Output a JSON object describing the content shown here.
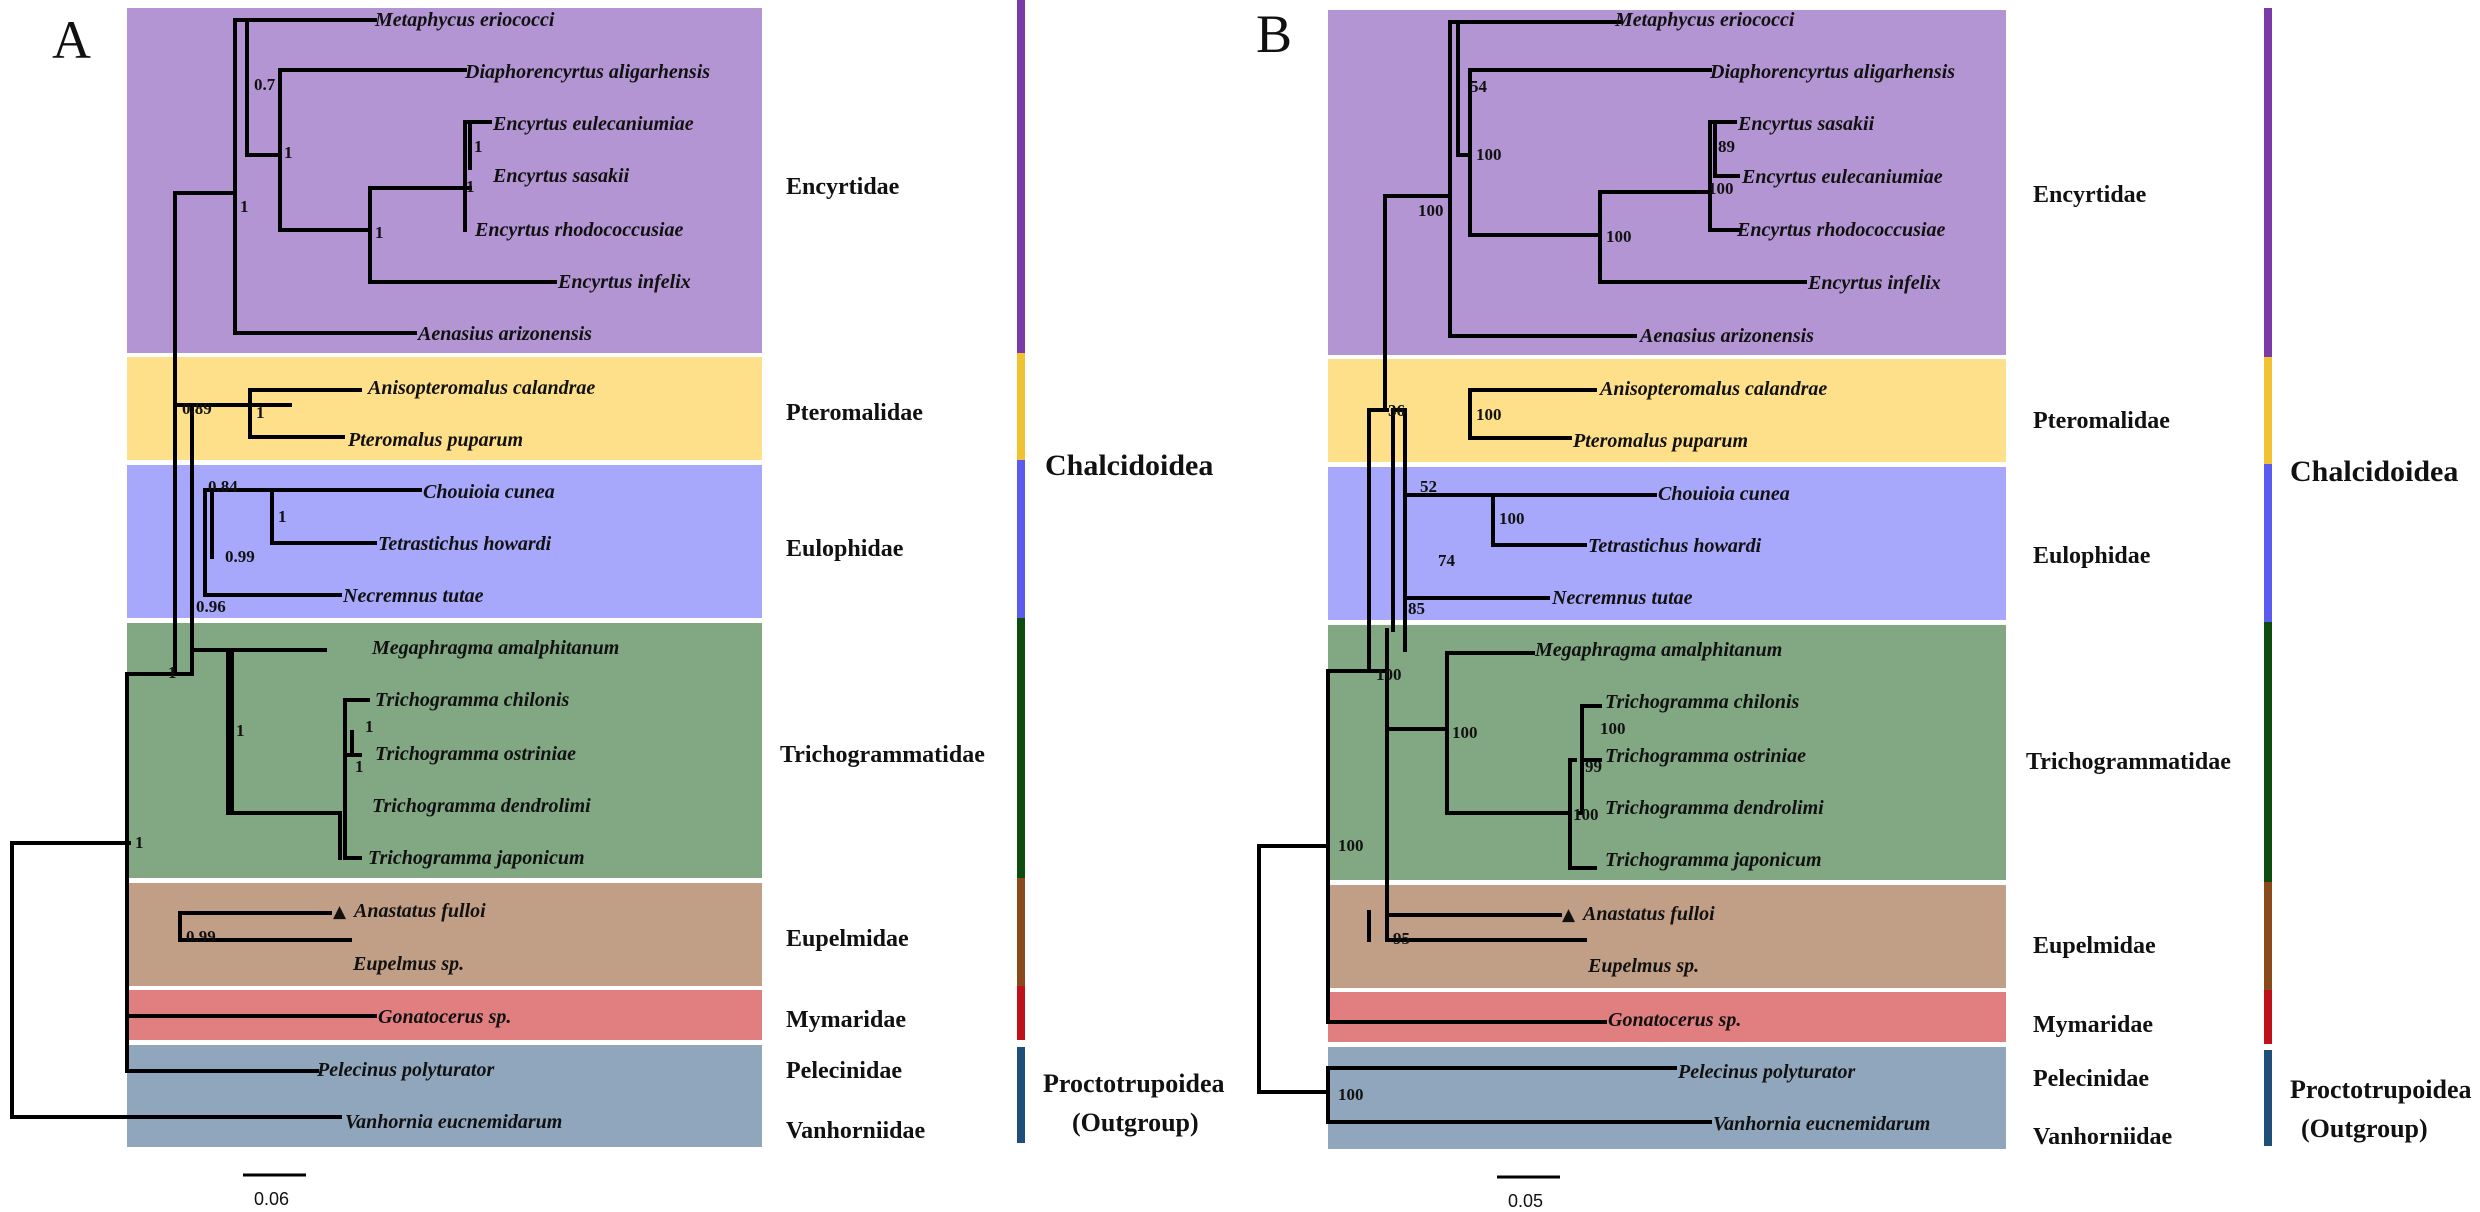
{
  "panels": [
    {
      "id": "A",
      "label": "A",
      "scale_label": "0.06",
      "families": [
        {
          "name": "Encyrtidae",
          "color": "#b295d2"
        },
        {
          "name": "Pteromalidae",
          "color": "#ffe08a"
        },
        {
          "name": "Eulophidae",
          "color": "#a7a7fb"
        },
        {
          "name": "Trichogrammatidae",
          "color": "#82a783"
        },
        {
          "name": "Eupelmidae",
          "color": "#c19e86"
        },
        {
          "name": "Mymaridae",
          "color": "#e17f80"
        },
        {
          "name": "Pelecinidae",
          "color": "#8fa6bd"
        },
        {
          "name": "Vanhorniidae",
          "color": "#8fa6bd"
        }
      ],
      "taxa": [
        {
          "name": "Metaphycus eriococci",
          "marker": ""
        },
        {
          "name": "Diaphorencyrtus aligarhensis",
          "marker": ""
        },
        {
          "name": "Encyrtus eulecaniumiae",
          "marker": ""
        },
        {
          "name": "Encyrtus sasakii",
          "marker": ""
        },
        {
          "name": "Encyrtus rhodococcusiae",
          "marker": ""
        },
        {
          "name": "Encyrtus infelix",
          "marker": ""
        },
        {
          "name": "Aenasius arizonensis",
          "marker": ""
        },
        {
          "name": "Anisopteromalus calandrae",
          "marker": ""
        },
        {
          "name": "Pteromalus puparum",
          "marker": ""
        },
        {
          "name": "Chouioia cunea",
          "marker": ""
        },
        {
          "name": "Tetrastichus howardi",
          "marker": ""
        },
        {
          "name": "Necremnus tutae",
          "marker": ""
        },
        {
          "name": "Megaphragma amalphitanum",
          "marker": ""
        },
        {
          "name": "Trichogramma chilonis",
          "marker": ""
        },
        {
          "name": "Trichogramma ostriniae",
          "marker": ""
        },
        {
          "name": "Trichogramma dendrolimi",
          "marker": ""
        },
        {
          "name": "Trichogramma japonicum",
          "marker": ""
        },
        {
          "name": "Anastatus fulloi",
          "marker": "▲"
        },
        {
          "name": "Eupelmus sp.",
          "marker": ""
        },
        {
          "name": "Gonatocerus sp.",
          "marker": ""
        },
        {
          "name": "Pelecinus polyturator",
          "marker": ""
        },
        {
          "name": "Vanhornia eucnemidarum",
          "marker": ""
        }
      ],
      "supports": [
        {
          "value": "0.7"
        },
        {
          "value": "1"
        },
        {
          "value": "1"
        },
        {
          "value": "1"
        },
        {
          "value": "1"
        },
        {
          "value": "1"
        },
        {
          "value": "0.89"
        },
        {
          "value": "1"
        },
        {
          "value": "0.84"
        },
        {
          "value": "1"
        },
        {
          "value": "0.99"
        },
        {
          "value": "0.96"
        },
        {
          "value": "1"
        },
        {
          "value": "1"
        },
        {
          "value": "1"
        },
        {
          "value": "1"
        },
        {
          "value": "0.99"
        },
        {
          "value": "1"
        }
      ],
      "superfamilies": [
        {
          "name": "Chalcidoidea"
        },
        {
          "name": "Proctotrupoidea"
        },
        {
          "name": "(Outgroup)"
        }
      ],
      "bar_colors": [
        "#7b3aa8",
        "#f1c232",
        "#5b5bf0",
        "#0f4d0f",
        "#8b4a1c",
        "#c0101a",
        "#1f4e79"
      ]
    },
    {
      "id": "B",
      "label": "B",
      "scale_label": "0.05",
      "families": [
        {
          "name": "Encyrtidae",
          "color": "#b295d2"
        },
        {
          "name": "Pteromalidae",
          "color": "#ffe08a"
        },
        {
          "name": "Eulophidae",
          "color": "#a7a7fb"
        },
        {
          "name": "Trichogrammatidae",
          "color": "#82a783"
        },
        {
          "name": "Eupelmidae",
          "color": "#c19e86"
        },
        {
          "name": "Mymaridae",
          "color": "#e17f80"
        },
        {
          "name": "Pelecinidae",
          "color": "#8fa6bd"
        },
        {
          "name": "Vanhorniidae",
          "color": "#8fa6bd"
        }
      ],
      "taxa": [
        {
          "name": "Metaphycus eriococci",
          "marker": ""
        },
        {
          "name": "Diaphorencyrtus aligarhensis",
          "marker": ""
        },
        {
          "name": "Encyrtus sasakii",
          "marker": ""
        },
        {
          "name": "Encyrtus eulecaniumiae",
          "marker": ""
        },
        {
          "name": "Encyrtus rhodococcusiae",
          "marker": ""
        },
        {
          "name": "Encyrtus infelix",
          "marker": ""
        },
        {
          "name": "Aenasius arizonensis",
          "marker": ""
        },
        {
          "name": "Anisopteromalus calandrae",
          "marker": ""
        },
        {
          "name": "Pteromalus puparum",
          "marker": ""
        },
        {
          "name": "Chouioia cunea",
          "marker": ""
        },
        {
          "name": "Tetrastichus howardi",
          "marker": ""
        },
        {
          "name": "Necremnus tutae",
          "marker": ""
        },
        {
          "name": "Megaphragma amalphitanum",
          "marker": ""
        },
        {
          "name": "Trichogramma chilonis",
          "marker": ""
        },
        {
          "name": "Trichogramma ostriniae",
          "marker": ""
        },
        {
          "name": "Trichogramma dendrolimi",
          "marker": ""
        },
        {
          "name": "Trichogramma japonicum",
          "marker": ""
        },
        {
          "name": "Anastatus fulloi",
          "marker": "▲"
        },
        {
          "name": "Eupelmus sp.",
          "marker": ""
        },
        {
          "name": "Gonatocerus sp.",
          "marker": ""
        },
        {
          "name": "Pelecinus polyturator",
          "marker": ""
        },
        {
          "name": "Vanhornia eucnemidarum",
          "marker": ""
        }
      ],
      "supports": [
        {
          "value": "54"
        },
        {
          "value": "100"
        },
        {
          "value": "89"
        },
        {
          "value": "100"
        },
        {
          "value": "100"
        },
        {
          "value": "100"
        },
        {
          "value": "36"
        },
        {
          "value": "100"
        },
        {
          "value": "52"
        },
        {
          "value": "100"
        },
        {
          "value": "74"
        },
        {
          "value": "85"
        },
        {
          "value": "100"
        },
        {
          "value": "100"
        },
        {
          "value": "100"
        },
        {
          "value": "99"
        },
        {
          "value": "100"
        },
        {
          "value": "100"
        },
        {
          "value": "95"
        },
        {
          "value": "100"
        }
      ],
      "superfamilies": [
        {
          "name": "Chalcidoidea"
        },
        {
          "name": "Proctotrupoidea"
        },
        {
          "name": "(Outgroup)"
        }
      ],
      "bar_colors": [
        "#7b3aa8",
        "#f1c232",
        "#5b5bf0",
        "#0f4d0f",
        "#8b4a1c",
        "#c0101a",
        "#1f4e79"
      ]
    }
  ]
}
